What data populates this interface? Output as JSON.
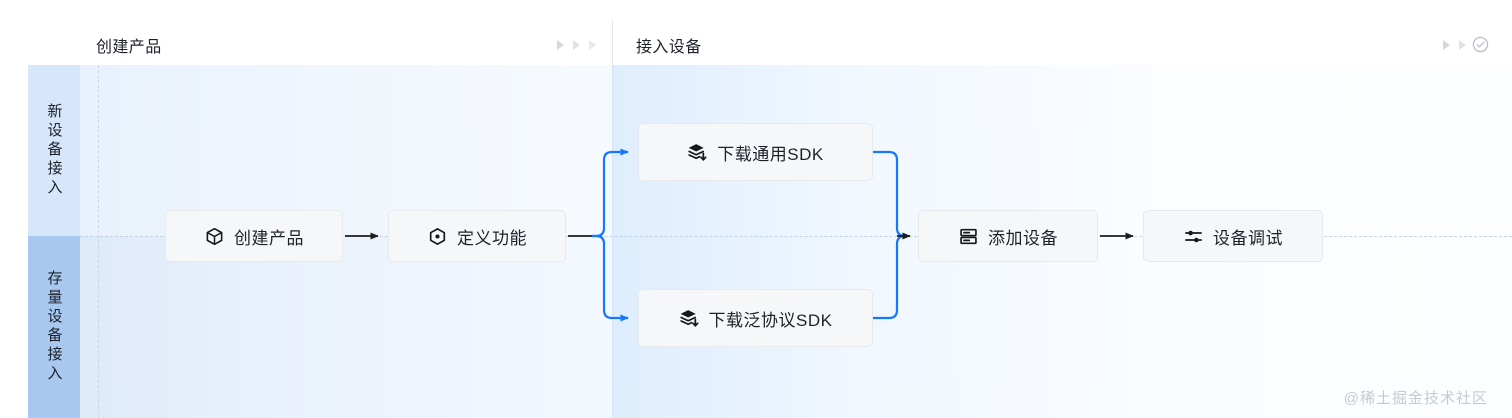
{
  "header": {
    "phases": [
      {
        "label": "创建产品",
        "markers": [
          "triangle-marker",
          "triangle-marker",
          "triangle-marker"
        ]
      },
      {
        "label": "接入设备",
        "markers": [
          "triangle-marker",
          "triangle-marker"
        ],
        "end_icon": "check-circle-icon"
      }
    ]
  },
  "rails": [
    {
      "label": "新设备接入",
      "color": "#d6e6fb"
    },
    {
      "label": "存量设备接入",
      "color": "#a8c8f0"
    }
  ],
  "nodes": [
    {
      "id": "create-product",
      "label": "创建产品",
      "icon": "cube-icon"
    },
    {
      "id": "define-function",
      "label": "定义功能",
      "icon": "hexagon-dot-icon"
    },
    {
      "id": "download-general-sdk",
      "label": "下载通用SDK",
      "icon": "layers-download-icon"
    },
    {
      "id": "download-protocol-sdk",
      "label": "下载泛协议SDK",
      "icon": "layers-download-icon"
    },
    {
      "id": "add-device",
      "label": "添加设备",
      "icon": "server-icon"
    },
    {
      "id": "debug-device",
      "label": "设备调试",
      "icon": "sliders-icon"
    }
  ],
  "colors": {
    "accent_blue": "#1677ff",
    "arrow_black": "#1d1d1d",
    "node_fill": "#f6f7f9",
    "node_border": "#e7e9ed",
    "rail_top": "#d6e6fb",
    "rail_bottom": "#a8c8f0"
  },
  "watermark": {
    "text": "@稀土掘金技术社区"
  }
}
